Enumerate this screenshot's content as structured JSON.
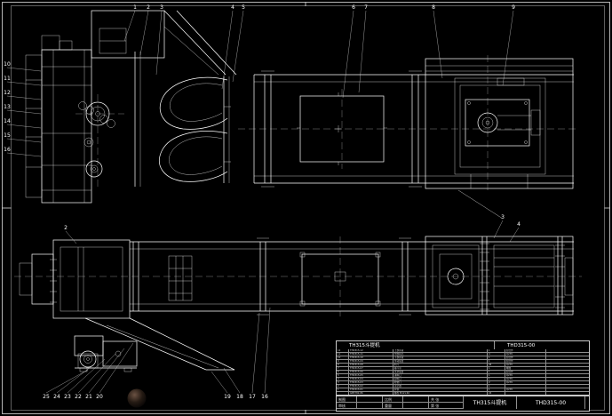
{
  "sheet": {
    "bg": "#000000",
    "line_color": "#ffffff",
    "drawing_title": "TH315斗提机",
    "drawing_number": "THD315-00"
  },
  "assembly_bar": {
    "name": "TH315斗提机",
    "number": "THD315-00"
  },
  "bom": {
    "rows": [
      [
        "12",
        "THD315-12",
        "上部区段",
        "1",
        "组合件",
        ""
      ],
      [
        "11",
        "THD315-11",
        "中部机壳",
        "4",
        "Q235",
        ""
      ],
      [
        "10",
        "THD315-10",
        "下部区段",
        "1",
        "组合件",
        ""
      ],
      [
        "9",
        "THD315-09",
        "传动装置",
        "1",
        "组合件",
        ""
      ],
      [
        "8",
        "THD315-08",
        "料斗",
        "46",
        "Q235",
        ""
      ],
      [
        "7",
        "THD315-07",
        "畚斗带",
        "1",
        "橡胶",
        ""
      ],
      [
        "6",
        "THD315-06",
        "张紧装置",
        "1",
        "组合件",
        ""
      ],
      [
        "5",
        "THD315-05",
        "进料口",
        "1",
        "Q235",
        ""
      ],
      [
        "4",
        "THD315-04",
        "卸料口",
        "1",
        "Q235",
        ""
      ],
      [
        "3",
        "THD315-03",
        "检修门",
        "2",
        "Q235",
        ""
      ],
      [
        "2",
        "THD315-02",
        "逆止器",
        "1",
        "",
        ""
      ],
      [
        "1",
        "THD315-01",
        "护罩",
        "1",
        "Q235",
        ""
      ],
      [
        "",
        "GB5782-86",
        "螺栓 M12×40",
        "24",
        "",
        ""
      ]
    ]
  },
  "title_block": {
    "draw_label": "制图",
    "check_label": "审核",
    "scale_label": "比例",
    "weight_label": "重量",
    "sheets_label": "共 张",
    "sheet_no_label": "第 张",
    "name": "TH315斗提机",
    "number": "THD315-00"
  },
  "callouts": {
    "side_top": [
      "1",
      "2",
      "3",
      "4",
      "5",
      "6",
      "7",
      "8",
      "9"
    ],
    "side_left": [
      "10",
      "11",
      "12",
      "13",
      "14",
      "15",
      "16"
    ],
    "plan_top": [
      "2",
      "3",
      "4"
    ],
    "plan_bottom_left": [
      "25",
      "24",
      "23",
      "22",
      "21",
      "20"
    ],
    "plan_bottom_mid": [
      "19",
      "18",
      "17",
      "16"
    ]
  }
}
